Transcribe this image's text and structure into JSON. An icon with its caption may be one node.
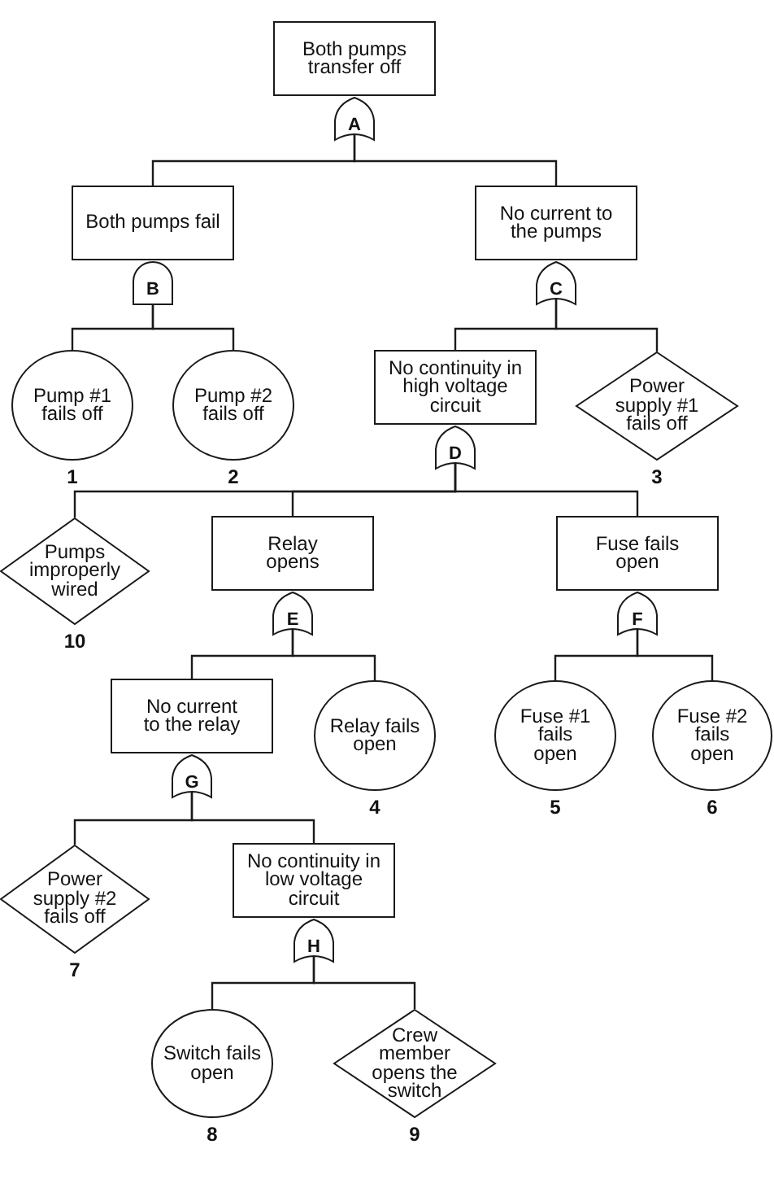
{
  "diagram": {
    "nodes": [
      {
        "text": [
          "Both pumps transfer off"
        ]
      },
      {
        "text": [
          "A"
        ]
      },
      {
        "text": [
          "Both pumps fail"
        ]
      },
      {
        "text": [
          "No current to the pumps"
        ]
      },
      {
        "text": [
          "B"
        ]
      },
      {
        "text": [
          "C"
        ]
      },
      {
        "text": [
          "Pump #1 fails off"
        ],
        "beside": [
          "1"
        ]
      },
      {
        "text": [
          "Pump #2 fails off"
        ],
        "beside": [
          "2"
        ]
      },
      {
        "text": [
          "No continuity in high voltage circuit"
        ]
      },
      {
        "text": [
          "Power supply #1 fails off"
        ],
        "beside": [
          "3"
        ]
      },
      {
        "text": [
          "D"
        ]
      },
      {
        "text": [
          "Pumps improperly wired"
        ],
        "beside": [
          "10"
        ]
      },
      {
        "text": [
          "Relay opens"
        ]
      },
      {
        "text": [
          "Fuse fails open"
        ]
      },
      {
        "text": [
          "E"
        ]
      },
      {
        "text": [
          "F"
        ]
      },
      {
        "text": [
          "No current to the relay"
        ]
      },
      {
        "text": [
          "Relay fails open"
        ],
        "beside": [
          "4"
        ]
      },
      {
        "text": [
          "Fuse #1 fails open"
        ],
        "beside": [
          "5"
        ]
      },
      {
        "text": [
          "Fuse #2 fails open"
        ],
        "beside": [
          "6"
        ]
      },
      {
        "text": [
          "G"
        ]
      },
      {
        "text": [
          "Power supply #2 fails off"
        ],
        "beside": [
          "7"
        ]
      },
      {
        "text": [
          "No continuity in low voltage circuit"
        ]
      },
      {
        "text": [
          "H"
        ]
      },
      {
        "text": [
          "Switch fails open"
        ],
        "beside": [
          "8"
        ]
      },
      {
        "text": [
          "Crew member opens the switch"
        ],
        "beside": [
          "9"
        ]
      }
    ],
    "edges": [
      {
        "from": 1,
        "to": 2,
        "arrow": "none"
      },
      {
        "from": 1,
        "to": 3,
        "arrow": "none"
      },
      {
        "from": 4,
        "to": 6,
        "arrow": "none"
      },
      {
        "from": 4,
        "to": 7,
        "arrow": "none"
      },
      {
        "from": 5,
        "to": 8,
        "arrow": "none"
      },
      {
        "from": 5,
        "to": 9,
        "arrow": "none"
      },
      {
        "from": 10,
        "to": 11,
        "arrow": "none"
      },
      {
        "from": 10,
        "to": 12,
        "arrow": "none"
      },
      {
        "from": 10,
        "to": 13,
        "arrow": "none"
      },
      {
        "from": 14,
        "to": 16,
        "arrow": "none"
      },
      {
        "from": 14,
        "to": 17,
        "arrow": "none"
      },
      {
        "from": 15,
        "to": 18,
        "arrow": "none"
      },
      {
        "from": 15,
        "to": 19,
        "arrow": "none"
      },
      {
        "from": 20,
        "to": 21,
        "arrow": "none"
      },
      {
        "from": 20,
        "to": 22,
        "arrow": "none"
      },
      {
        "from": 23,
        "to": 24,
        "arrow": "none"
      },
      {
        "from": 23,
        "to": 25,
        "arrow": "none"
      }
    ]
  }
}
